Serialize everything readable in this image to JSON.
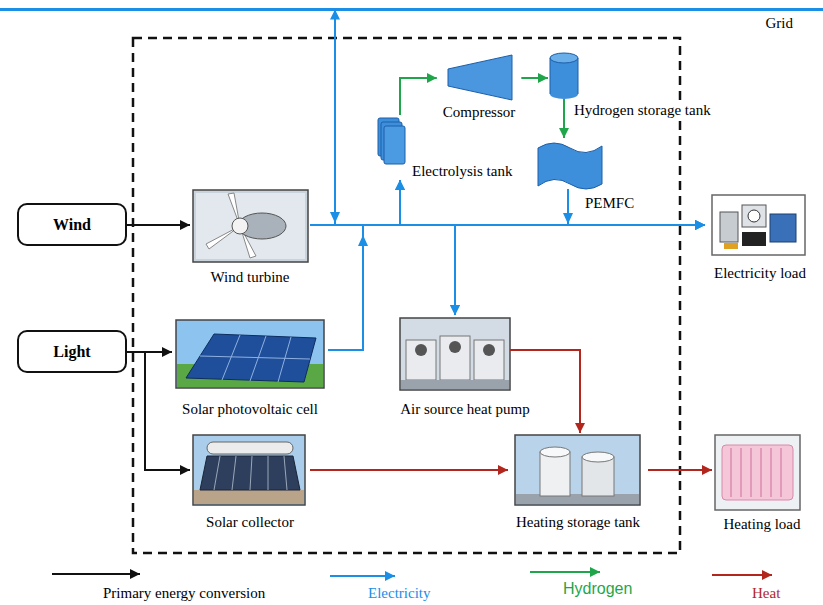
{
  "diagram": {
    "nodes": [
      {
        "text": [
          "Grid"
        ]
      },
      {
        "text": [
          "Wind"
        ]
      },
      {
        "text": [
          "Light"
        ]
      },
      {
        "text": [
          "Wind turbine"
        ]
      },
      {
        "text": [
          "Solar photovoltaic cell"
        ]
      },
      {
        "text": [
          "Solar collector"
        ]
      },
      {
        "text": [
          "Electrolysis tank"
        ]
      },
      {
        "text": [
          "Compressor"
        ]
      },
      {
        "text": [
          "Hydrogen storage tank"
        ]
      },
      {
        "text": [
          "PEMFC"
        ]
      },
      {
        "text": [
          "Air source heat pump"
        ]
      },
      {
        "text": [
          "Heating storage tank"
        ]
      },
      {
        "text": [
          "Electricity load"
        ]
      },
      {
        "text": [
          "Heating load"
        ]
      }
    ],
    "edges": [
      {
        "from": 1,
        "to": 3,
        "arrow": "to"
      },
      {
        "from": 2,
        "to": 4,
        "arrow": "to"
      },
      {
        "from": 2,
        "to": 5,
        "arrow": "to"
      },
      {
        "from": 6,
        "to": 7,
        "arrow": "to"
      },
      {
        "from": 7,
        "to": 8,
        "arrow": "to"
      },
      {
        "from": 8,
        "to": 9,
        "arrow": "to"
      },
      {
        "from": 3,
        "to": 12,
        "arrow": "to"
      },
      {
        "from": 4,
        "to": 12,
        "arrow": "to"
      },
      {
        "from": 9,
        "to": 12,
        "arrow": "to"
      },
      {
        "from": 3,
        "to": 6,
        "arrow": "to"
      },
      {
        "from": 4,
        "to": 6,
        "arrow": "to"
      },
      {
        "from": 3,
        "to": 10,
        "arrow": "to"
      },
      {
        "from": 4,
        "to": 10,
        "arrow": "to"
      },
      {
        "from": 0,
        "to": 12,
        "arrow": "both"
      },
      {
        "from": 5,
        "to": 11,
        "arrow": "to"
      },
      {
        "from": 10,
        "to": 11,
        "arrow": "to"
      },
      {
        "from": 11,
        "to": 13,
        "arrow": "to"
      }
    ],
    "legend": [
      {
        "text": "Primary energy conversion"
      },
      {
        "text": "Electricity"
      },
      {
        "text": "Hydrogen"
      },
      {
        "text": "Heat"
      }
    ]
  }
}
